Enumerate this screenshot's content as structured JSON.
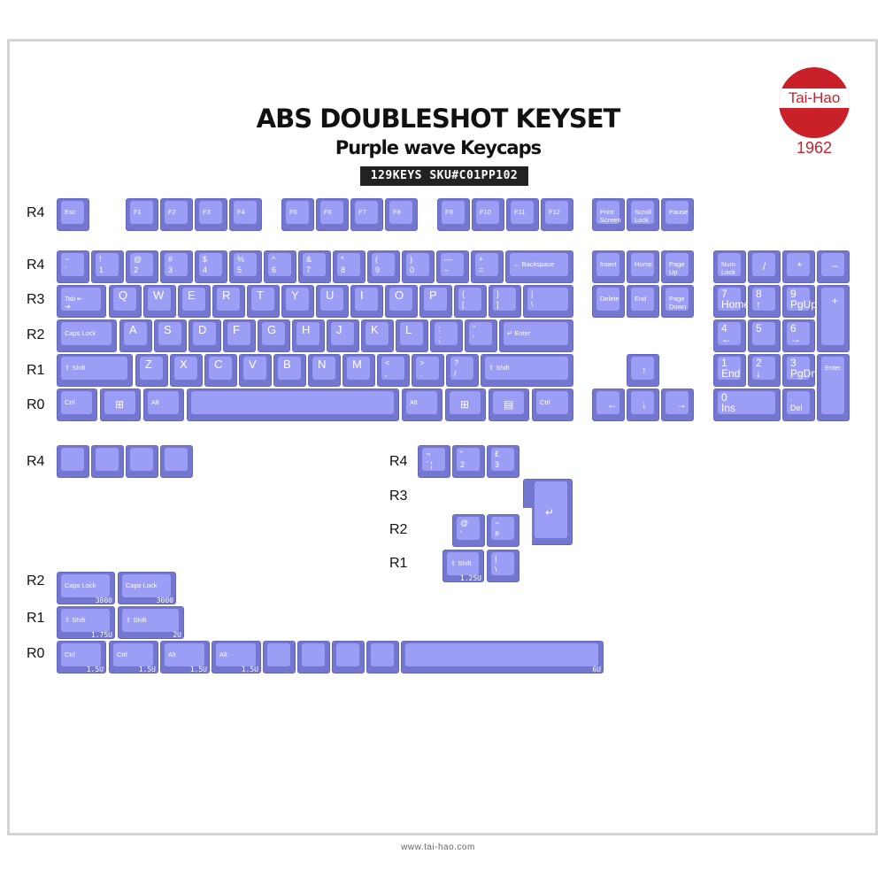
{
  "header": {
    "title": "ABS DOUBLESHOT KEYSET",
    "subtitle": "Purple wave Keycaps",
    "sku": "129KEYS SKU#C01PP102"
  },
  "logo": {
    "brand": "Tai-Hao",
    "year": "1962",
    "color": "#c9202a"
  },
  "colors": {
    "keycap": "#9c9ef6",
    "keycap_side": "#7477cf"
  },
  "row_labels": [
    "R4",
    "R4",
    "R3",
    "R2",
    "R1",
    "R0",
    "R4",
    "R2",
    "R1",
    "R0",
    "R4",
    "R3",
    "R2",
    "R1"
  ],
  "keys": [
    {
      "label": "Esc"
    },
    {
      "label": "F1"
    },
    {
      "label": "F2"
    },
    {
      "label": "F3"
    },
    {
      "label": "F4"
    },
    {
      "label": "F5"
    },
    {
      "label": "F6"
    },
    {
      "label": "F7"
    },
    {
      "label": "F8"
    },
    {
      "label": "F9"
    },
    {
      "label": "F10"
    },
    {
      "label": "F11"
    },
    {
      "label": "F12"
    },
    {
      "label": "Print\nScreen"
    },
    {
      "label": "Scroll\nLock"
    },
    {
      "label": "Pause"
    },
    {
      "label": "~\n`"
    },
    {
      "label": "!\n1"
    },
    {
      "label": "@\n2"
    },
    {
      "label": "#\n3"
    },
    {
      "label": "$\n4"
    },
    {
      "label": "%\n5"
    },
    {
      "label": "^\n6"
    },
    {
      "label": "&\n7"
    },
    {
      "label": "*\n8"
    },
    {
      "label": "(\n9"
    },
    {
      "label": ")\n0"
    },
    {
      "label": "—\n–"
    },
    {
      "label": "+\n="
    },
    {
      "label": "← Backspace"
    },
    {
      "label": "Insert"
    },
    {
      "label": "Home"
    },
    {
      "label": "Page\nUp"
    },
    {
      "label": "Num\nLock"
    },
    {
      "label": "/"
    },
    {
      "label": "*"
    },
    {
      "label": "−"
    },
    {
      "label": "Tab ⇤\n      ⇥"
    },
    {
      "label": "Q"
    },
    {
      "label": "W"
    },
    {
      "label": "E"
    },
    {
      "label": "R"
    },
    {
      "label": "T"
    },
    {
      "label": "Y"
    },
    {
      "label": "U"
    },
    {
      "label": "I"
    },
    {
      "label": "O"
    },
    {
      "label": "P"
    },
    {
      "label": "{\n["
    },
    {
      "label": "}\n]"
    },
    {
      "label": "|\n\\"
    },
    {
      "label": "Delete"
    },
    {
      "label": "End"
    },
    {
      "label": "Page\nDown"
    },
    {
      "label": "7\nHome"
    },
    {
      "label": "8\n↑"
    },
    {
      "label": "9\nPgUp"
    },
    {
      "label": "+"
    },
    {
      "label": "Caps Lock"
    },
    {
      "label": "A"
    },
    {
      "label": "S"
    },
    {
      "label": "D"
    },
    {
      "label": "F"
    },
    {
      "label": "G"
    },
    {
      "label": "H"
    },
    {
      "label": "J"
    },
    {
      "label": "K"
    },
    {
      "label": "L"
    },
    {
      "label": ":\n;"
    },
    {
      "label": "\"\n'"
    },
    {
      "label": "↵ Enter"
    },
    {
      "label": "4\n←"
    },
    {
      "label": "5"
    },
    {
      "label": "6\n→"
    },
    {
      "label": "⇧ Shift"
    },
    {
      "label": "Z"
    },
    {
      "label": "X"
    },
    {
      "label": "C"
    },
    {
      "label": "V"
    },
    {
      "label": "B"
    },
    {
      "label": "N"
    },
    {
      "label": "M"
    },
    {
      "label": "<\n,"
    },
    {
      "label": ">\n."
    },
    {
      "label": "?\n/"
    },
    {
      "label": "⇧ Shift"
    },
    {
      "label": "↑"
    },
    {
      "label": "1\nEnd"
    },
    {
      "label": "2\n↓"
    },
    {
      "label": "3\nPgDn"
    },
    {
      "label": "Enter"
    },
    {
      "label": "Ctrl"
    },
    {
      "label": "⊞"
    },
    {
      "label": "Alt"
    },
    {
      "label": ""
    },
    {
      "label": "Alt"
    },
    {
      "label": "⊞"
    },
    {
      "label": "▤"
    },
    {
      "label": "Ctrl"
    },
    {
      "label": "←"
    },
    {
      "label": "↓"
    },
    {
      "label": "→"
    },
    {
      "label": "0\nIns"
    },
    {
      "label": ".\nDel"
    },
    {
      "label": ""
    },
    {
      "label": ""
    },
    {
      "label": ""
    },
    {
      "label": ""
    },
    {
      "label": "¬\n` ¦"
    },
    {
      "label": "\"\n2"
    },
    {
      "label": "£\n3"
    },
    {
      "label": "↵"
    },
    {
      "label": "@\n'"
    },
    {
      "label": "~\n#"
    },
    {
      "label": "⇧ Shift",
      "size": "1.25U"
    },
    {
      "label": "|\n\\"
    },
    {
      "label": "Caps Lock",
      "size": "3800"
    },
    {
      "label": "Caps Lock",
      "size": "3000"
    },
    {
      "label": "⇧ Shift",
      "size": "1.75U"
    },
    {
      "label": "⇧ Shift",
      "size": "2U"
    },
    {
      "label": "Ctrl",
      "size": "1.5U"
    },
    {
      "label": "Ctrl",
      "size": "1.5U"
    },
    {
      "label": "Alt",
      "size": "1.5U"
    },
    {
      "label": "Alt",
      "size": "1.5U"
    },
    {
      "label": ""
    },
    {
      "label": ""
    },
    {
      "label": ""
    },
    {
      "label": ""
    },
    {
      "label": "",
      "size": "6U"
    }
  ],
  "footer": {
    "url": "www.tai-hao.com"
  }
}
